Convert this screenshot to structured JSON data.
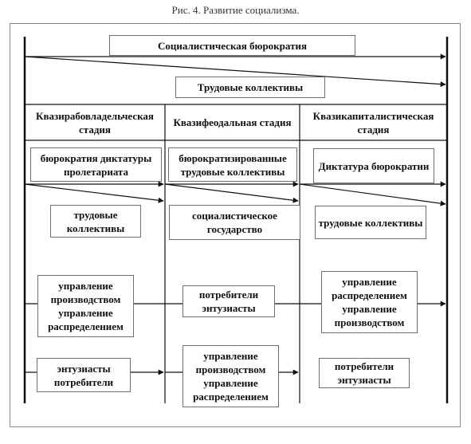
{
  "caption": "Рис. 4. Развитие социализма.",
  "top": {
    "bureaucracy": "Социалистическая бюрократия",
    "collectives": "Трудовые коллективы"
  },
  "stages": [
    {
      "name": "Квазирабовладельческая стадия"
    },
    {
      "name": "Квазифеодальная стадия"
    },
    {
      "name": "Квазикапиталистическая стадия"
    }
  ],
  "col1": {
    "upper": "бюрократия диктатуры пролетариата",
    "lower": "трудовые коллективы",
    "mgmt_a": "управление производством",
    "mgmt_b": "управление распределением",
    "bottom_a": "энтузиасты",
    "bottom_b": "потребители"
  },
  "col2": {
    "upper": "бюрократизированные трудовые коллективы",
    "lower": "социалистическое государство",
    "mid_a": "потребители",
    "mid_b": "энтузиасты",
    "mgmt_a": "управление производством",
    "mgmt_b": "управление распределением"
  },
  "col3": {
    "upper": "Диктатура бюрократии",
    "lower": "трудовые коллективы",
    "mgmt_a": "управление распределением",
    "mgmt_b": "управление производством",
    "bottom_a": "потребители",
    "bottom_b": "энтузиасты"
  }
}
